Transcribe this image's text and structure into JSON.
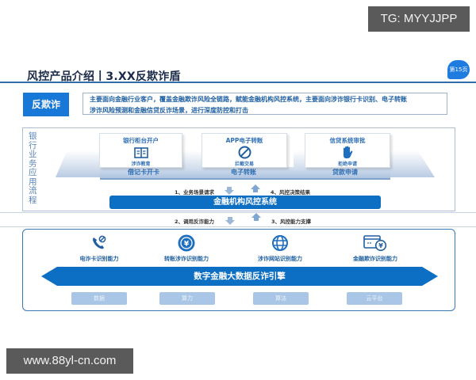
{
  "watermarks": {
    "top": "TG: MYYJJPP",
    "bottom": "www.88yl-cn.com"
  },
  "header": {
    "title": "风控产品介绍丨3.XX反欺诈盾",
    "page_badge": "第15页"
  },
  "product": {
    "tag": "反欺诈",
    "description_line1": "主要面向金融行业客户，覆盖金融欺诈风险全链路，赋能金融机构风控系统，主要面向涉诈银行卡识别、电子转账",
    "description_line2": "涉诈风险预测和金融信贷反诈场景，进行深度防控和打击"
  },
  "bank_flow": {
    "label": "银行业务应用流程",
    "scenarios": [
      {
        "title": "银行柜台开户",
        "icon": "book-icon",
        "action": "涉诈教育",
        "base": "借记卡开卡"
      },
      {
        "title": "APP电子转账",
        "icon": "block-icon",
        "action": "拦截交易",
        "base": "电子转账"
      },
      {
        "title": "信贷系统审批",
        "icon": "hand-stop-icon",
        "action": "拒绝申请",
        "base": "贷款申请"
      }
    ],
    "steps": {
      "s1": "1、业务场景请求",
      "s2": "2、调用反诈能力",
      "s3": "3、风控能力支撑",
      "s4": "4、风控决策结果"
    },
    "system": "金融机构风控系统"
  },
  "capabilities": {
    "items": [
      {
        "label": "电诈卡识别能力",
        "icon": "phone-block-icon"
      },
      {
        "label": "转账涉诈识别能力",
        "icon": "yuan-transfer-icon"
      },
      {
        "label": "涉诈网站识别能力",
        "icon": "globe-icon"
      },
      {
        "label": "金融欺诈识别能力",
        "icon": "card-yuan-icon"
      }
    ],
    "engine": "数字金融大数据反诈引擎",
    "bases": [
      "数据",
      "算力",
      "算法",
      "云平台"
    ]
  },
  "colors": {
    "primary": "#0d6fc4",
    "accent": "#1878d8",
    "text_blue": "#1f5fa0",
    "light_block": "#a9c6e6"
  }
}
